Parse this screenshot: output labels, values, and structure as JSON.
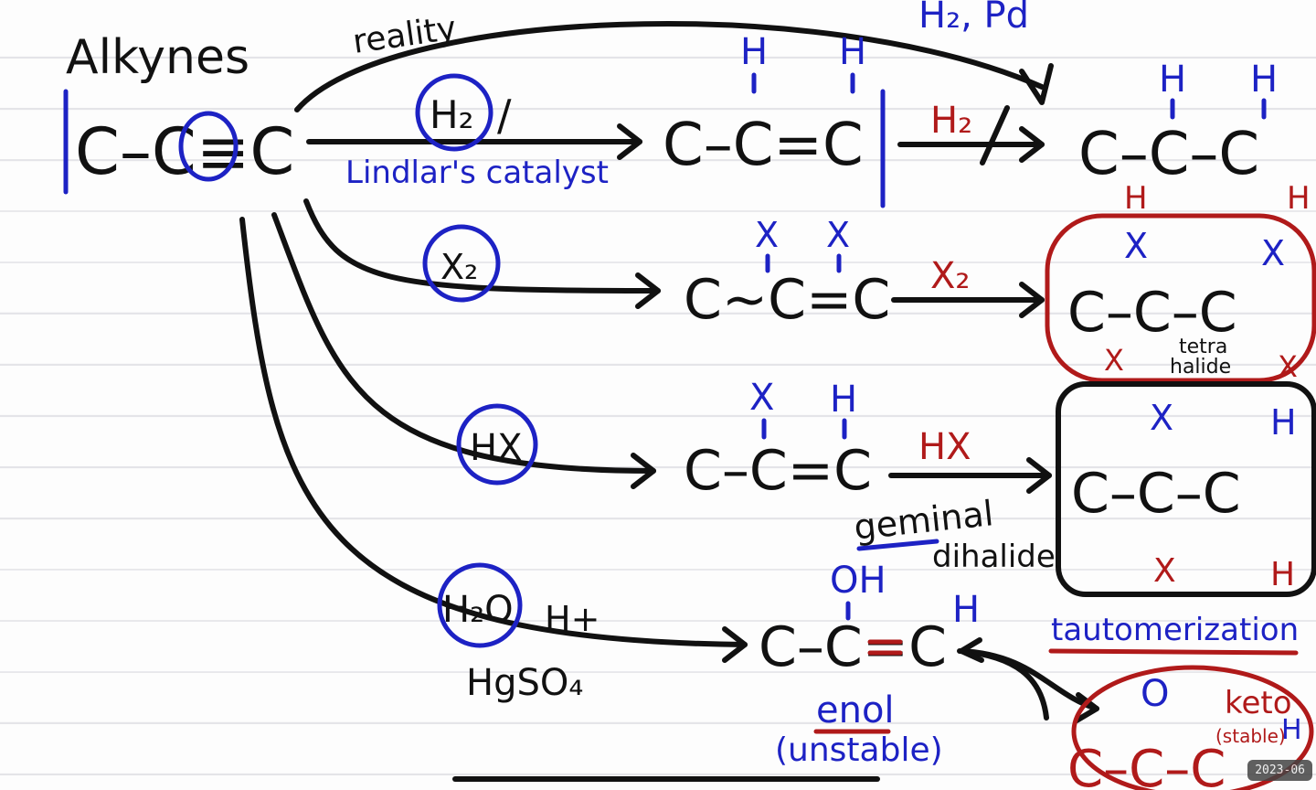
{
  "title": "Alkynes",
  "alkyne": "C–C≡C",
  "colors": {
    "ink": "#111111",
    "blue": "#1d22c4",
    "red": "#b01a1a"
  },
  "top_arrow": {
    "label": "reality",
    "reagent": "H₂, Pd"
  },
  "row_h2": {
    "reagent": "H₂",
    "slash": "/",
    "catalyst": "Lindlar's catalyst",
    "product_top_left": "H",
    "product_top_right": "H",
    "product": "C–C=C",
    "second_reagent": "H₂",
    "final_top_left": "H",
    "final_top_right": "H",
    "final": "C–C–C",
    "final_bottom_left": "H",
    "final_bottom_right": "H"
  },
  "row_x2": {
    "reagent": "X₂",
    "product_top_left": "X",
    "product_top_right": "X",
    "product": "C~C=C",
    "second_reagent": "X₂",
    "final_top_left": "X",
    "final_top_right": "X",
    "final": "C–C–C",
    "final_bottom_left": "X",
    "final_bottom_right": "X",
    "note_line1": "tetra",
    "note_line2": "halide"
  },
  "row_hx": {
    "reagent": "HX",
    "product_top_left": "X",
    "product_top_right": "H",
    "product": "C–C=C",
    "second_reagent": "HX",
    "final_top_left": "X",
    "final_top_right": "H",
    "final": "C–C–C",
    "final_bottom_left": "X",
    "final_bottom_right": "H",
    "note_line1": "geminal",
    "note_line2": "dihalide"
  },
  "row_h2o": {
    "reagent": "H₂O",
    "acid": "H+",
    "catalyst": "HgSO₄",
    "enol_oh": "OH",
    "enol_h": "H",
    "enol": "C–C=C",
    "enol_label": "enol",
    "enol_note": "(unstable)",
    "tautomer_label": "tautomerization",
    "keto_o": "O",
    "keto": "C–C–C",
    "keto_label": "keto",
    "keto_note": "(stable)",
    "keto_h": "H"
  },
  "timestamp": "2023-06"
}
